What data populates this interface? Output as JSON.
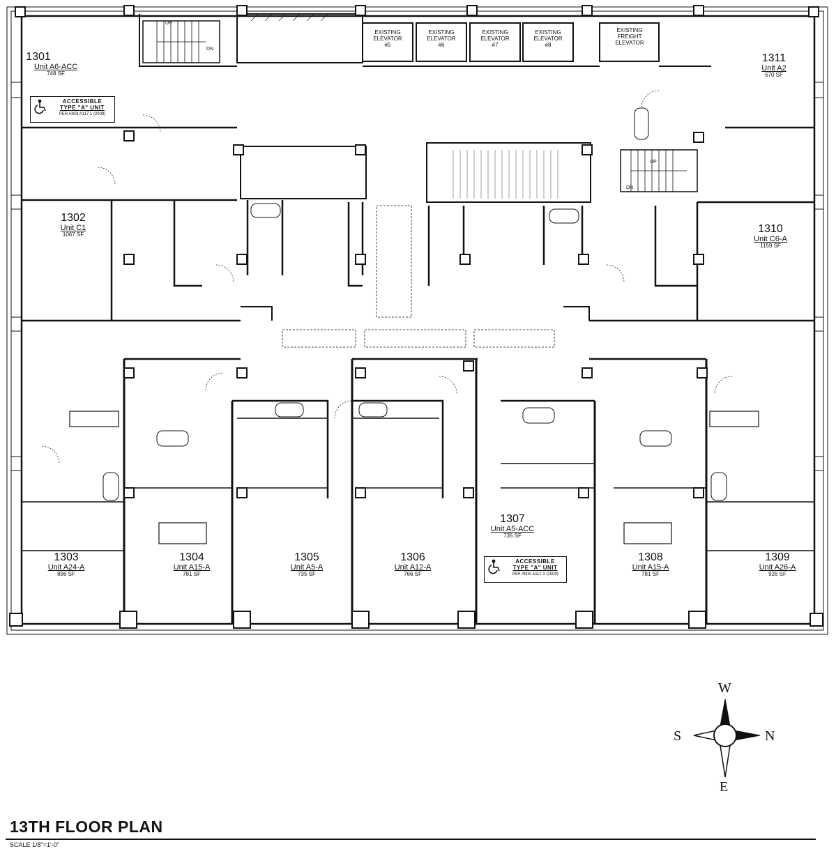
{
  "title": "13TH FLOOR PLAN",
  "scale": "SCALE 1/8\"=1'-0\"",
  "units": [
    {
      "number": "1301",
      "type": "Unit A6-ACC",
      "area": "748 SF"
    },
    {
      "number": "1302",
      "type": "Unit C1",
      "area": "1067 SF"
    },
    {
      "number": "1303",
      "type": "Unit A24-A",
      "area": "896 SF"
    },
    {
      "number": "1304",
      "type": "Unit A15-A",
      "area": "781 SF"
    },
    {
      "number": "1305",
      "type": "Unit A5-A",
      "area": "735 SF"
    },
    {
      "number": "1306",
      "type": "Unit A12-A",
      "area": "766 SF"
    },
    {
      "number": "1307",
      "type": "Unit A5-ACC",
      "area": "735 SF"
    },
    {
      "number": "1308",
      "type": "Unit A15-A",
      "area": "781 SF"
    },
    {
      "number": "1309",
      "type": "Unit A26-A",
      "area": "926 SF"
    },
    {
      "number": "1310",
      "type": "Unit C6-A",
      "area": "1159 SF"
    },
    {
      "number": "1311",
      "type": "Unit A2",
      "area": "670 SF"
    }
  ],
  "elevators": [
    {
      "line1": "EXISTING",
      "line2": "ELEVATOR",
      "line3": "#5"
    },
    {
      "line1": "EXISTING",
      "line2": "ELEVATOR",
      "line3": "#6"
    },
    {
      "line1": "EXISTING",
      "line2": "ELEVATOR",
      "line3": "#7"
    },
    {
      "line1": "EXISTING",
      "line2": "ELEVATOR",
      "line3": "#8"
    },
    {
      "line1": "EXISTING",
      "line2": "FREIGHT",
      "line3": "ELEVATOR"
    }
  ],
  "accessible_note": {
    "line1": "ACCESSIBLE",
    "line2": "TYPE \"A\" UNIT",
    "line3": "PER ANSI A117.1 (2009)"
  },
  "stairs": {
    "up": "UP",
    "down": "DN"
  },
  "compass": {
    "north": "N",
    "south": "S",
    "east": "E",
    "west": "W"
  }
}
